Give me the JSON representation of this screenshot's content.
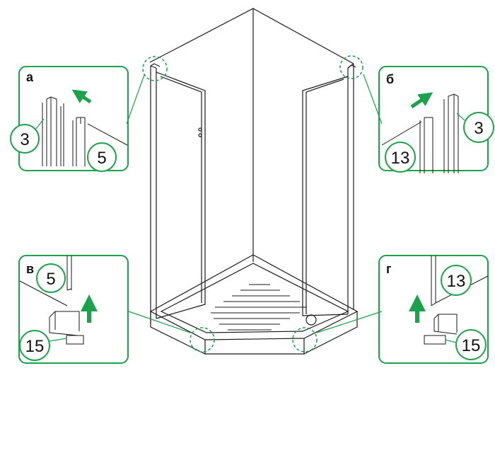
{
  "colors": {
    "accent": "#1aa34a",
    "line": "#1a1a1a",
    "arrow": "#1aa34a"
  },
  "panels": {
    "a": {
      "letter": "а",
      "labels": [
        "3",
        "5"
      ]
    },
    "b": {
      "letter": "б",
      "labels": [
        "13",
        "3"
      ]
    },
    "v": {
      "letter": "в",
      "labels": [
        "5",
        "15"
      ]
    },
    "g": {
      "letter": "г",
      "labels": [
        "13",
        "15"
      ]
    }
  }
}
